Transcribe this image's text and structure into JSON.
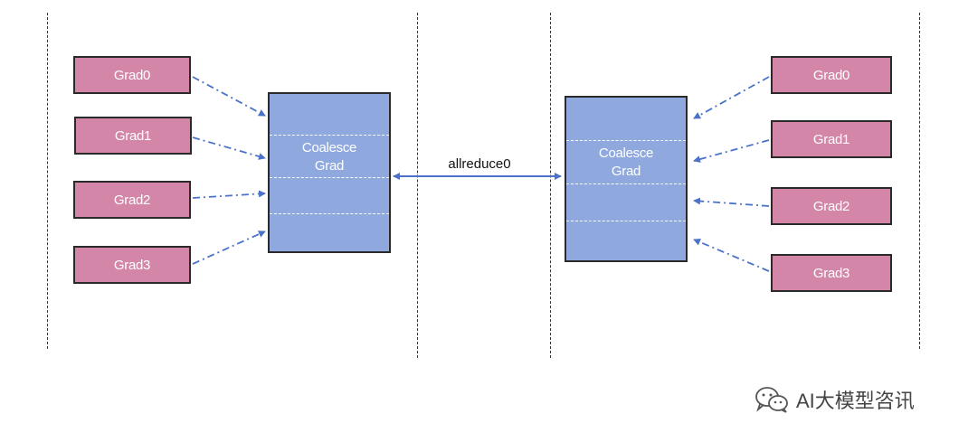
{
  "left_node": {
    "grads": [
      "Grad0",
      "Grad1",
      "Grad2",
      "Grad3"
    ],
    "coalesce_label": "Coalesce Grad"
  },
  "right_node": {
    "grads": [
      "Grad0",
      "Grad1",
      "Grad2",
      "Grad3"
    ],
    "coalesce_label": "Coalesce Grad"
  },
  "link_label": "allreduce0",
  "watermark": {
    "icon": "wechat-icon",
    "text": "AI大模型咨讯"
  },
  "colors": {
    "grad_fill": "#d486a8",
    "coalesce_fill": "#8fa9df",
    "arrow": "#4a72c9",
    "box_border": "#2a2a2a"
  }
}
